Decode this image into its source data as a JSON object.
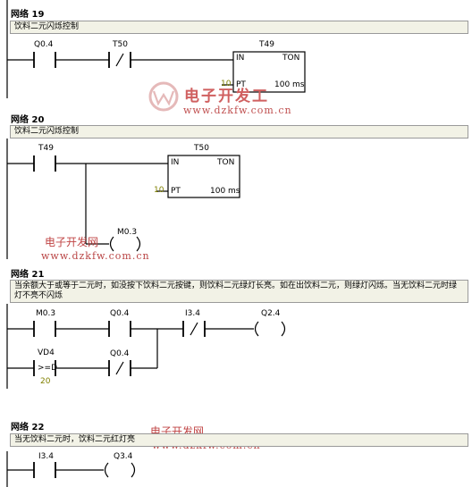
{
  "networks": [
    {
      "title": "网络 19",
      "comment": "饮料二元闪烁控制",
      "contacts": [
        {
          "label": "Q0.4",
          "type": "no"
        },
        {
          "label": "T50",
          "type": "nc"
        }
      ],
      "timer": {
        "name": "T49",
        "type": "TON",
        "in": "IN",
        "pt": "PT",
        "preset": "10",
        "unit": "100 ms"
      }
    },
    {
      "title": "网络 20",
      "comment": "饮料二元闪烁控制",
      "contacts": [
        {
          "label": "T49",
          "type": "no"
        }
      ],
      "timer": {
        "name": "T50",
        "type": "TON",
        "in": "IN",
        "pt": "PT",
        "preset": "10",
        "unit": "100 ms"
      },
      "coil": {
        "label": "M0.3"
      }
    },
    {
      "title": "网络 21",
      "comment": "当余额大于或等于二元时，如没按下饮料二元按键，则饮料二元绿灯长亮。如在出饮料二元，则绿灯闪烁。当无饮料二元时绿灯不亮不闪烁",
      "contacts": [
        {
          "label": "M0.3",
          "type": "no"
        },
        {
          "label": "Q0.4",
          "type": "no"
        },
        {
          "label": "I3.4",
          "type": "nc"
        },
        {
          "label": "Q0.4",
          "type": "nc"
        }
      ],
      "compare": {
        "label": "VD4",
        "op": ">=D",
        "value": "20"
      },
      "coil": {
        "label": "Q2.4"
      }
    },
    {
      "title": "网络 22",
      "comment": "当无饮料二元时，饮料二元红灯亮",
      "contacts": [
        {
          "label": "I3.4",
          "type": "no"
        }
      ],
      "coil": {
        "label": "Q3.4"
      }
    }
  ],
  "watermarks": {
    "logo_text": "电子开发工",
    "logo_url": "www.dzkfw.com.cn",
    "brand_cn": "电子开发网",
    "brand_url": "www.dzkfw.com.cn"
  },
  "colors": {
    "comment_bg": "#f2f2e6",
    "constant": "#808000",
    "watermark": "#b94444"
  }
}
